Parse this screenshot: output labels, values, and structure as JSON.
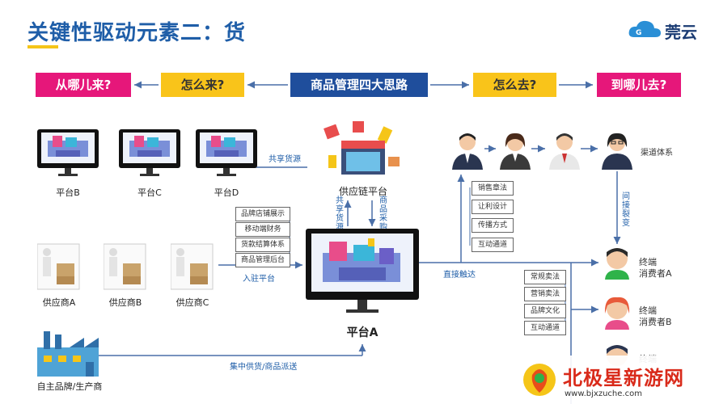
{
  "header": {
    "title": "关键性驱动元素二：货",
    "logo_text": "莞云"
  },
  "top_row": {
    "from_where": "从哪儿来?",
    "how_come": "怎么来?",
    "center": "商品管理四大思路",
    "how_go": "怎么去?",
    "to_where": "到哪儿去?"
  },
  "platforms": {
    "b": "平台B",
    "c": "平台C",
    "d": "平台D",
    "shared": "共享货源",
    "supply_chain": "供应链平台",
    "shared_vertical": "共享货源",
    "purchase_vertical": "商品采购",
    "main": "平台A"
  },
  "platform_a_boxes": [
    "品牌店铺展示",
    "移动端财务",
    "货款结算体系",
    "商品管理后台"
  ],
  "suppliers": {
    "a": "供应商A",
    "b": "供应商B",
    "c": "供应商C",
    "join": "入驻平台",
    "own_brand": "自主品牌/生产商",
    "centralized": "集中供货/商品派送"
  },
  "marketing_boxes": [
    "销售章法",
    "让利设计",
    "传播方式",
    "互动通道"
  ],
  "consumer_boxes": [
    "常规卖法",
    "营销卖法",
    "品牌文化",
    "互动通道"
  ],
  "right": {
    "channel": "渠道体系",
    "indirect_fission": "间接裂变",
    "direct_reach": "直接触达",
    "consumer_a_line1": "终端",
    "consumer_a_line2": "消费者A",
    "consumer_b_line1": "终端",
    "consumer_b_line2": "消费者B",
    "consumer_c_line1": "终端"
  },
  "watermark": {
    "text": "北极星新游网",
    "url": "www.bjxzuche.com"
  },
  "colors": {
    "title_blue": "#1f5ea8",
    "pink": "#e6177a",
    "yellow": "#f9c41a",
    "navy": "#1f4e9c",
    "line": "#4a6fa8"
  }
}
